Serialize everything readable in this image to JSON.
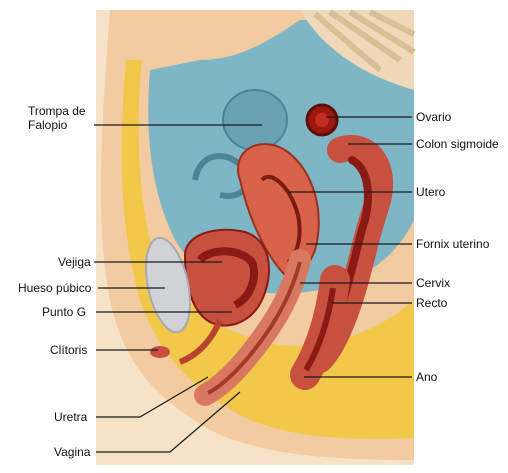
{
  "labels": {
    "trompa": "Trompa de\nFalopio",
    "ovario": "Ovario",
    "colon": "Colon sigmoide",
    "utero": "Utero",
    "fornix": "Fornix uterino",
    "vejiga": "Vejiga",
    "hueso": "Hueso púbico",
    "cervix": "Cervix",
    "puntog": "Punto G",
    "recto": "Recto",
    "clitoris": "Clítoris",
    "ano": "Ano",
    "uretra": "Uretra",
    "vagina": "Vagina"
  },
  "colors": {
    "skin": "#f3cba0",
    "fat": "#f2c84a",
    "peritoneum": "#7fb6c6",
    "muscle": "#c8503e",
    "deep_red": "#8a1a14",
    "bone": "#cfd2d6",
    "line": "#1a1a1a"
  }
}
